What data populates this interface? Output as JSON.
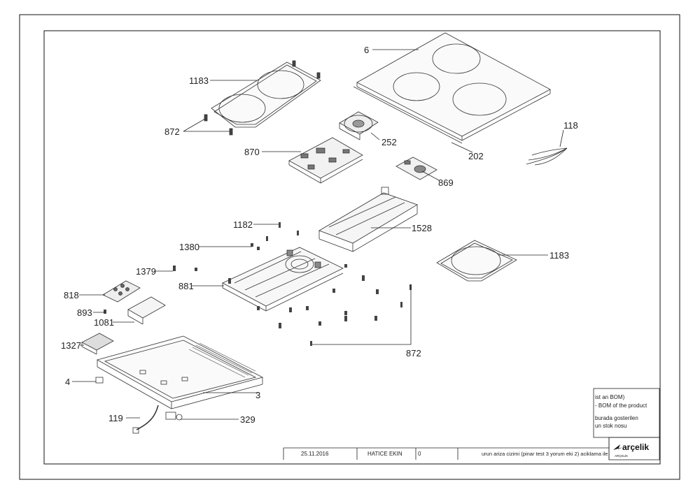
{
  "parts": {
    "p6": "6",
    "p1183a": "1183",
    "p872a": "872",
    "p252": "252",
    "p202": "202",
    "p870": "870",
    "p118": "118",
    "p869": "869",
    "p1182": "1182",
    "p1528": "1528",
    "p1380": "1380",
    "p1183b": "1183",
    "p1379": "1379",
    "p881": "881",
    "p818": "818",
    "p893": "893",
    "p1081": "1081",
    "p1327": "1327",
    "p872b": "872",
    "p4": "4",
    "p3": "3",
    "p119": "119",
    "p329": "329"
  },
  "notes": {
    "line1": "ist an BOM)",
    "line2": "- BOM of the product",
    "line3": "burada gosterilen",
    "line4": "un stok nosu"
  },
  "title_block": {
    "date": "25.11.2016",
    "author": "HATICE EKIN",
    "revision": "0",
    "description": "urun ariza cizimi (pinar test 3 yorum eki 2) aciklama ile"
  },
  "brand": {
    "name": "arçelik",
    "tagline": "ARÇELİK"
  }
}
